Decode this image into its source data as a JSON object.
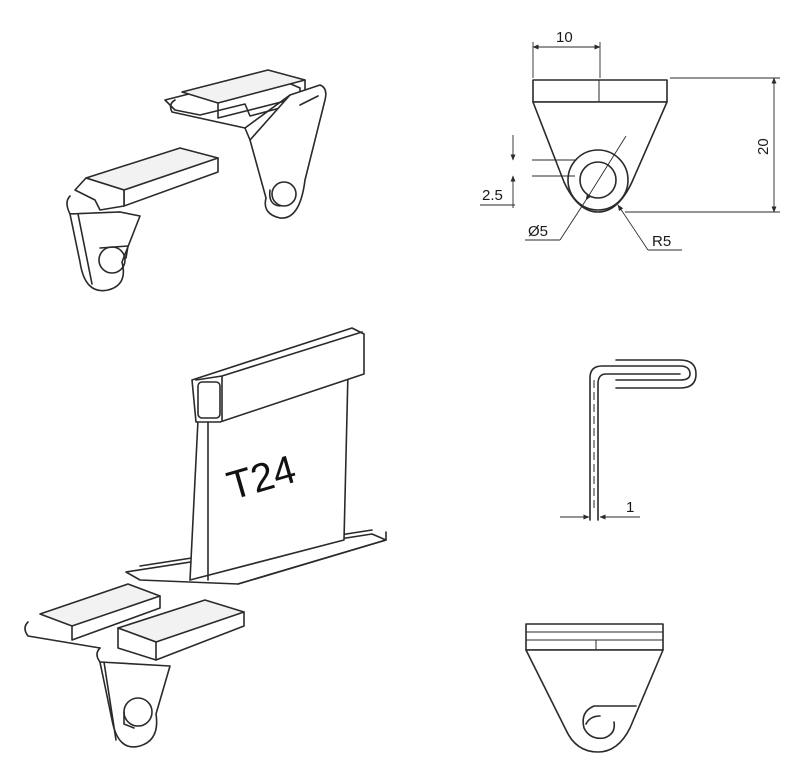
{
  "drawing": {
    "dimensions": {
      "width_top": "10",
      "height_right": "20",
      "offset_left": "2.5",
      "hole_diameter": "Ø5",
      "radius": "R5",
      "thickness": "1"
    },
    "label_t24": "T24"
  }
}
